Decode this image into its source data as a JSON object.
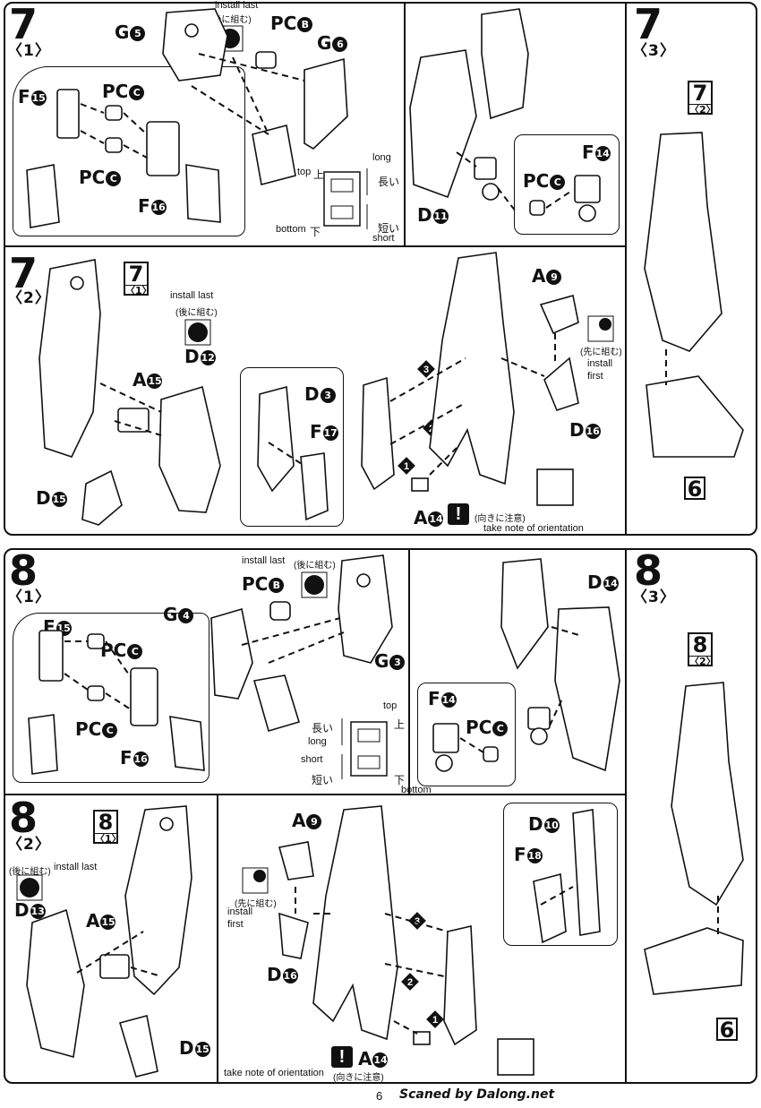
{
  "page_number": "6",
  "credit": "Scaned by Dalong.net",
  "common": {
    "install_last": "install last",
    "install_last_jp": "(後に組む)",
    "install_first": "install",
    "install_first_2": "first",
    "install_first_jp": "(先に組む)",
    "take_note": "take note of orientation",
    "take_note_jp": "(向きに注意)",
    "warning_glyph": "!",
    "long": "long",
    "long_jp": "長い",
    "short": "short",
    "short_jp": "短い",
    "top": "top",
    "top_jp": "上",
    "bottom": "bottom",
    "bottom_jp": "下"
  },
  "step7": {
    "number": "7",
    "sub1": "〈1〉",
    "sub2": "〈2〉",
    "sub3": "〈3〉",
    "ref_sub1": "〈1〉",
    "ref_sub2": "〈2〉",
    "ref6": "6",
    "labels": {
      "g5": "G",
      "g5n": "5",
      "pcb": "PC",
      "pcbn": "B",
      "g6": "G",
      "g6n": "6",
      "f15": "F",
      "f15n": "15",
      "pcc1": "PC",
      "pcc1n": "C",
      "pcc2": "PC",
      "pcc2n": "C",
      "f16": "F",
      "f16n": "16",
      "d11": "D",
      "d11n": "11",
      "f14": "F",
      "f14n": "14",
      "pcc3": "PC",
      "pcc3n": "C",
      "a15": "A",
      "a15n": "15",
      "d12": "D",
      "d12n": "12",
      "d15": "D",
      "d15n": "15",
      "d3": "D",
      "d3n": "3",
      "f17": "F",
      "f17n": "17",
      "a9": "A",
      "a9n": "9",
      "d16": "D",
      "d16n": "16",
      "a14": "A",
      "a14n": "14"
    }
  },
  "step8": {
    "number": "8",
    "sub1": "〈1〉",
    "sub2": "〈2〉",
    "sub3": "〈3〉",
    "ref_sub1": "〈1〉",
    "ref_sub2": "〈2〉",
    "ref6": "6",
    "labels": {
      "pcb": "PC",
      "pcbn": "B",
      "g4": "G",
      "g4n": "4",
      "g3": "G",
      "g3n": "3",
      "f15": "F",
      "f15n": "15",
      "pcc1": "PC",
      "pcc1n": "C",
      "pcc2": "PC",
      "pcc2n": "C",
      "f16": "F",
      "f16n": "16",
      "d14": "D",
      "d14n": "14",
      "f14": "F",
      "f14n": "14",
      "pcc3": "PC",
      "pcc3n": "C",
      "d13": "D",
      "d13n": "13",
      "a15": "A",
      "a15n": "15",
      "d15": "D",
      "d15n": "15",
      "a9": "A",
      "a9n": "9",
      "d16": "D",
      "d16n": "16",
      "d10": "D",
      "d10n": "10",
      "f18": "F",
      "f18n": "18",
      "a14": "A",
      "a14n": "14"
    }
  },
  "colors": {
    "ink": "#111111",
    "paper": "#ffffff"
  }
}
